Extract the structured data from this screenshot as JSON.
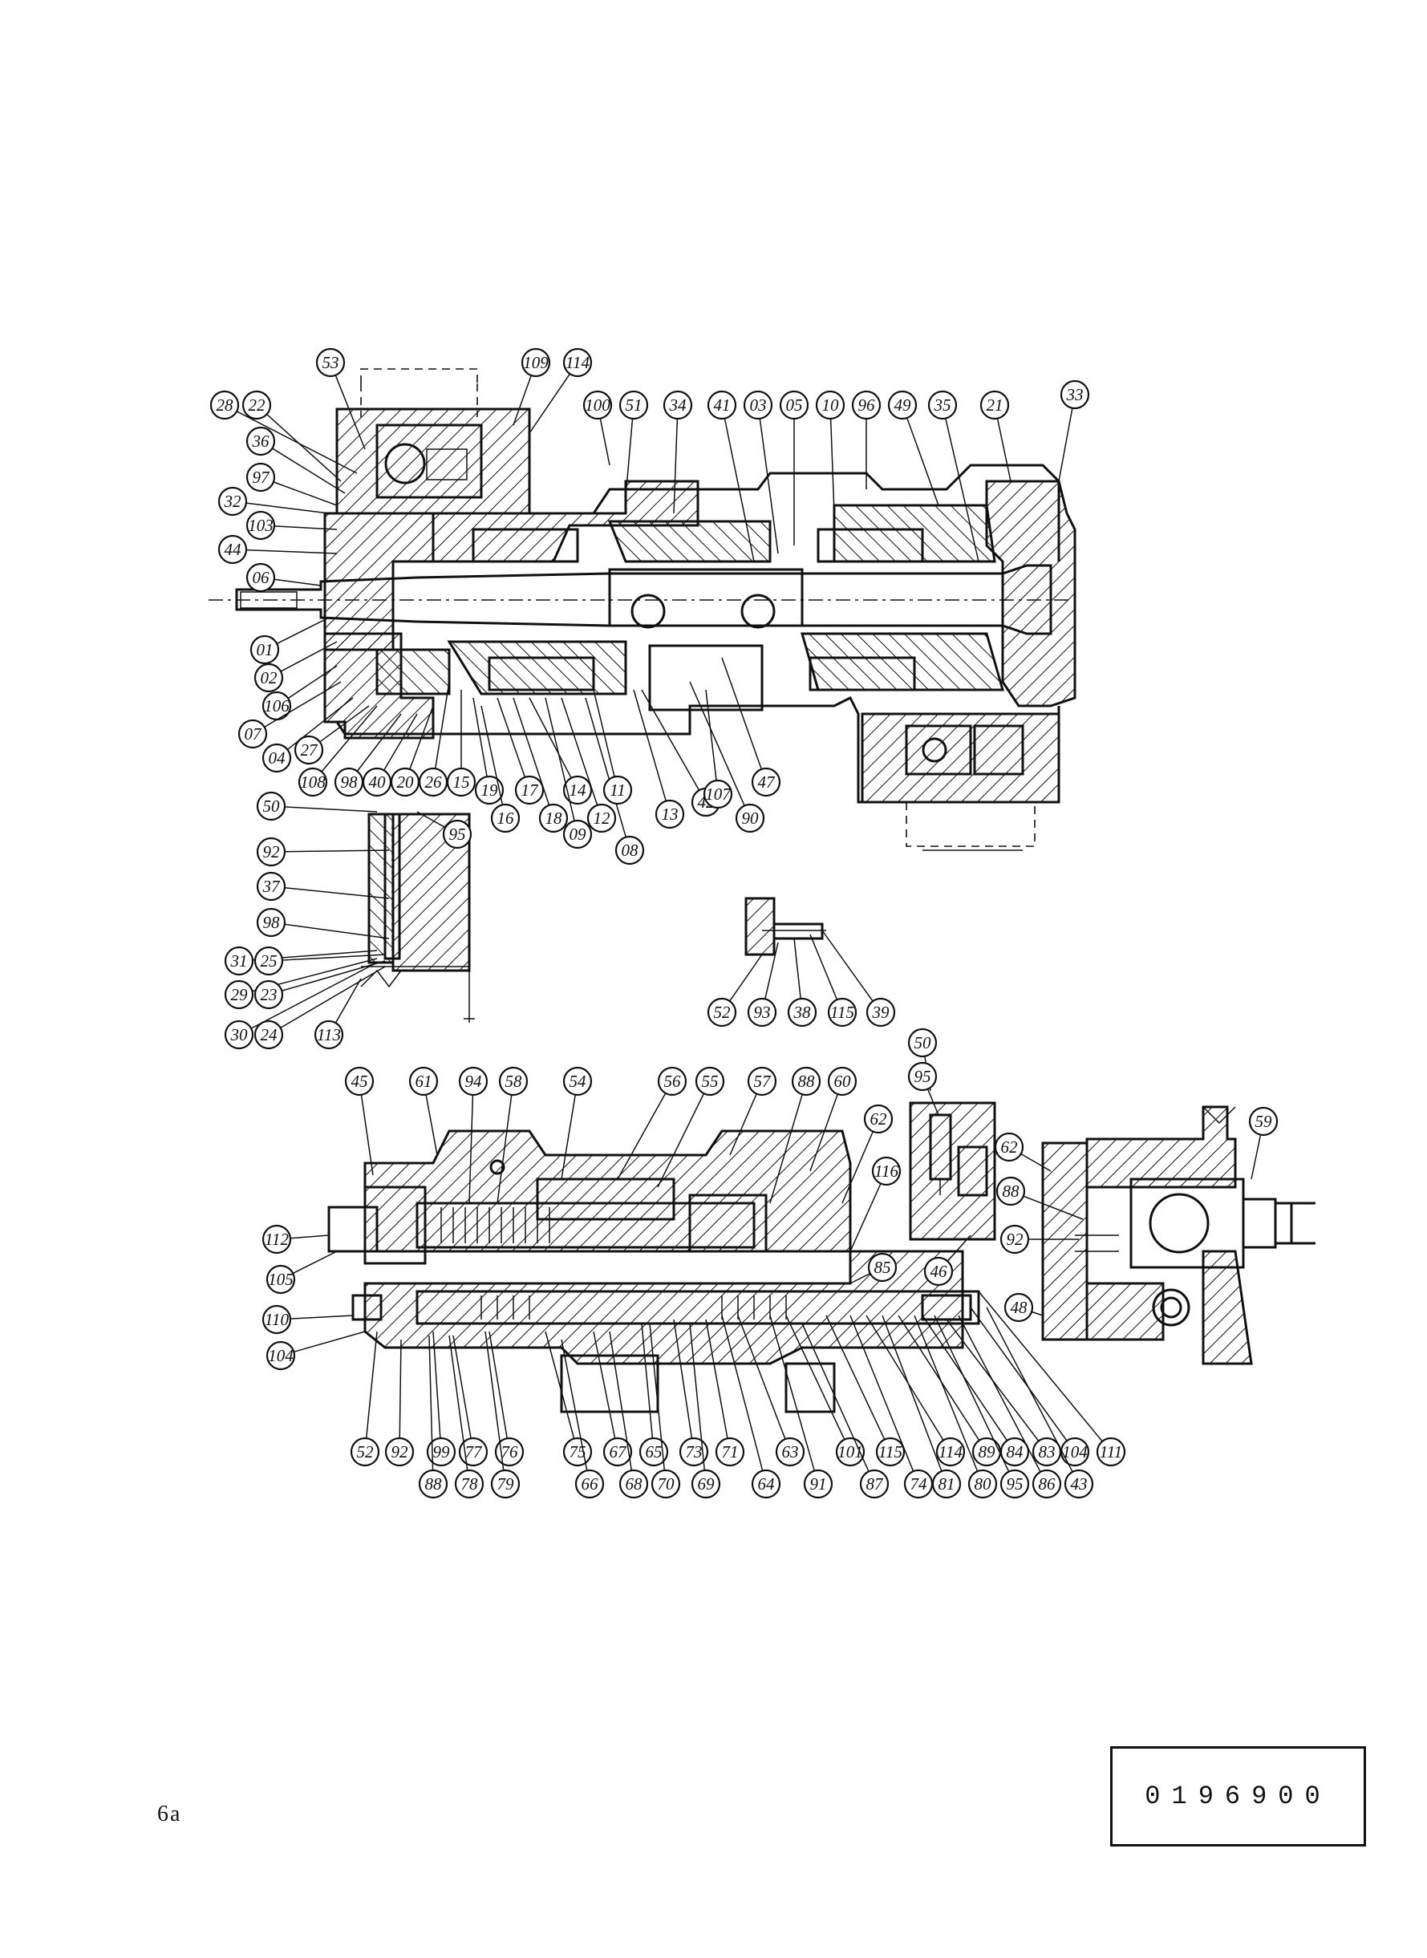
{
  "page_tag": "6a",
  "document_number": "0196900",
  "views": [
    {
      "id": "view-main-pump",
      "callouts": [
        "53",
        "28",
        "22",
        "36",
        "97",
        "32",
        "103",
        "44",
        "06",
        "01",
        "02",
        "106",
        "07",
        "04",
        "27",
        "108",
        "98",
        "40",
        "20",
        "26",
        "15",
        "19",
        "16",
        "17",
        "18",
        "14",
        "09",
        "12",
        "08",
        "11",
        "13",
        "42",
        "90",
        "107",
        "47",
        "109",
        "114",
        "100",
        "51",
        "34",
        "41",
        "03",
        "05",
        "10",
        "96",
        "49",
        "35",
        "21",
        "33"
      ]
    },
    {
      "id": "view-detail-left",
      "callouts": [
        "50",
        "92",
        "37",
        "98",
        "31",
        "25",
        "29",
        "23",
        "30",
        "24",
        "113",
        "95"
      ]
    },
    {
      "id": "view-detail-center",
      "callouts": [
        "52",
        "93",
        "38",
        "115",
        "39"
      ]
    },
    {
      "id": "view-valve-block",
      "callouts": [
        "45",
        "61",
        "94",
        "58",
        "54",
        "56",
        "55",
        "57",
        "88",
        "60",
        "62",
        "116",
        "85",
        "112",
        "105",
        "110",
        "104",
        "52",
        "92",
        "99",
        "88",
        "77",
        "78",
        "76",
        "79",
        "75",
        "66",
        "67",
        "68",
        "65",
        "70",
        "73",
        "69",
        "71",
        "64",
        "63",
        "91",
        "101",
        "87",
        "115",
        "74",
        "114",
        "81",
        "89",
        "80",
        "84",
        "95",
        "83",
        "86",
        "104",
        "43",
        "111"
      ]
    },
    {
      "id": "view-detail-right-small",
      "callouts": [
        "50",
        "95",
        "46"
      ]
    },
    {
      "id": "view-detail-right",
      "callouts": [
        "62",
        "59",
        "88",
        "92",
        "48"
      ]
    }
  ]
}
